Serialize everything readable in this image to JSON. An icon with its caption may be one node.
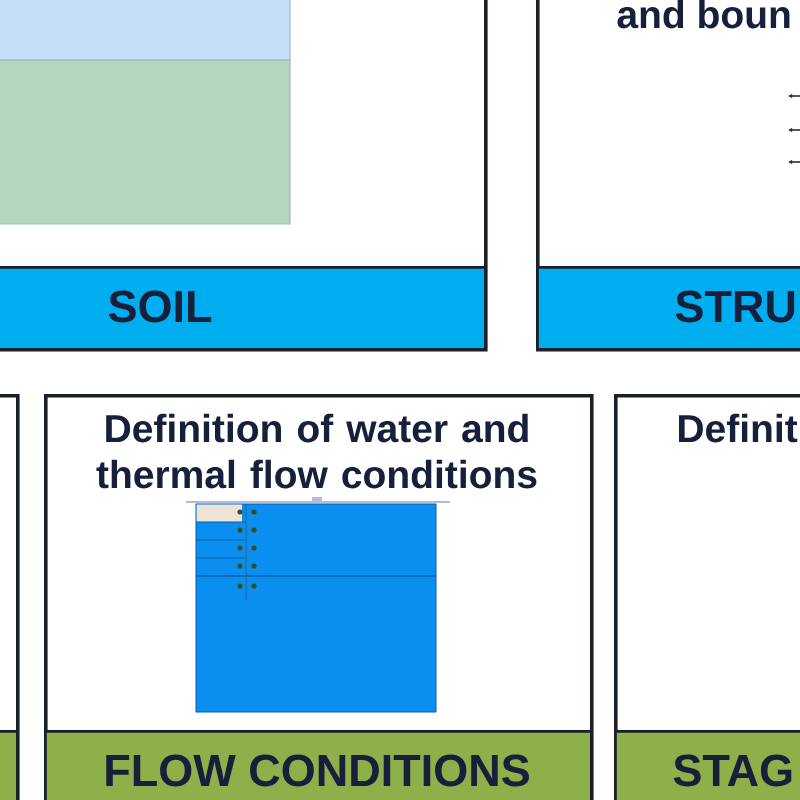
{
  "diagram": {
    "nodes": [
      {
        "text": [],
        "shape": "box"
      },
      {
        "text": [
          "SOIL"
        ],
        "in": 0
      },
      {
        "text": [
          "and boun"
        ]
      },
      {
        "text": [
          "STRU"
        ],
        "in": 2
      },
      {
        "text": [],
        "shape": "box"
      },
      {
        "text": [],
        "shape": "bar",
        "in": 4
      },
      {
        "text": [
          "Definition of water and thermal flow conditions"
        ]
      },
      {
        "text": [
          "FLOW CONDITIONS"
        ],
        "in": 6
      },
      {
        "text": [
          "Definit"
        ]
      },
      {
        "text": [
          "STAG"
        ],
        "in": 8
      }
    ]
  }
}
